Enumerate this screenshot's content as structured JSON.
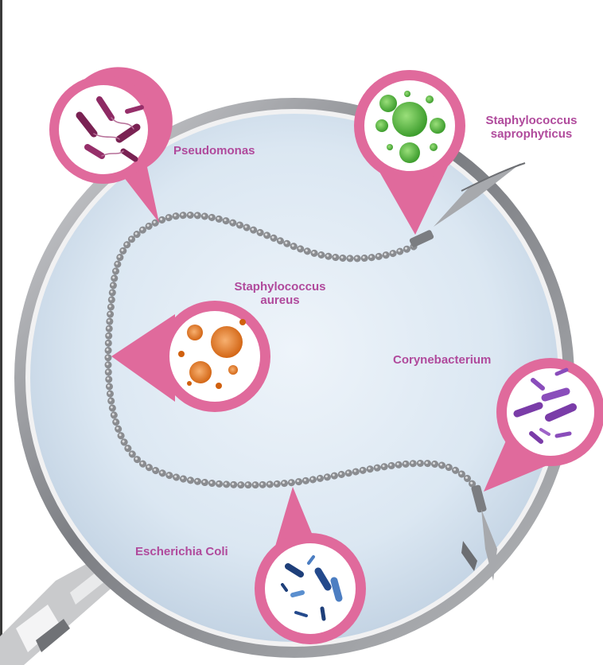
{
  "labels": {
    "pseudomonas": "Pseudomonas",
    "staph_sapro_line1": "Staphylococcus",
    "staph_sapro_line2": "saprophyticus",
    "staph_aureus_line1": "Staphylococcus",
    "staph_aureus_line2": "aureus",
    "corynebacterium": "Corynebacterium",
    "escherichia_coli": "Escherichia Coli"
  },
  "colors": {
    "pin": "#e06a9c",
    "label": "#b04a9c",
    "lens": "#dce9f4",
    "rim": "#8e9095",
    "chain": "#8a8c90"
  },
  "icons": [
    "magnifying-glass-icon",
    "bead-chain-icon",
    "rod-bacteria-icon",
    "cocci-cluster-icon"
  ]
}
